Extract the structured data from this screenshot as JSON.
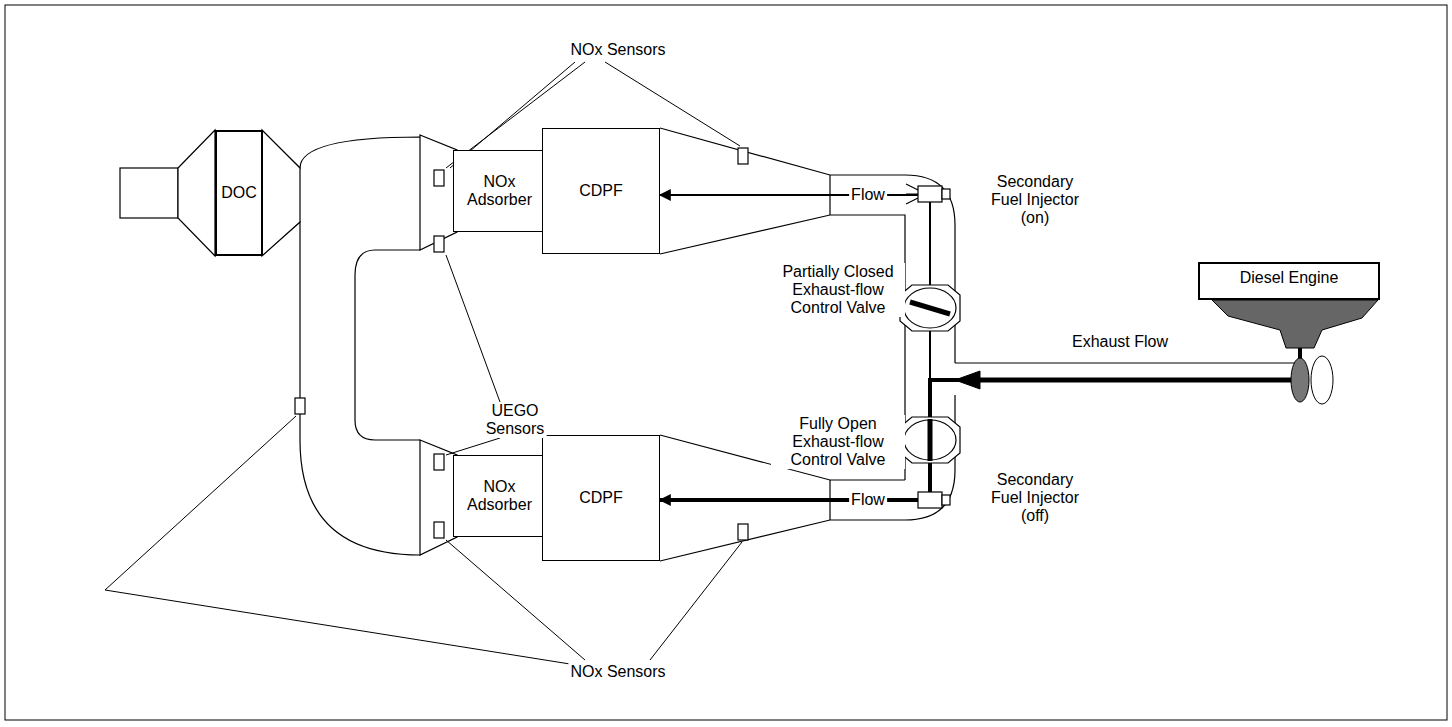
{
  "diagram": {
    "nodes": [
      {
        "text": [
          "DOC"
        ]
      },
      {
        "text": [
          "NOx Adsorber"
        ]
      },
      {
        "text": [
          "CDPF"
        ]
      },
      {
        "text": [
          "NOx Adsorber"
        ]
      },
      {
        "text": [
          "CDPF"
        ]
      },
      {
        "text": [
          "Diesel Engine"
        ]
      }
    ],
    "edges": [
      {
        "from": 1,
        "to": 0,
        "arrow": "none"
      },
      {
        "from": 3,
        "to": 0,
        "arrow": "none"
      },
      {
        "from": 5,
        "to": 2,
        "label": "Flow",
        "arrow": "to"
      },
      {
        "from": 5,
        "to": 4,
        "label": "Flow",
        "arrow": "to"
      }
    ],
    "labels": [
      "NOx Sensors",
      "UEGO Sensors",
      "NOx Sensors",
      "Secondary Fuel Injector (on)",
      "Partially Closed Exhaust-flow Control Valve",
      "Fully Open Exhaust-flow Control Valve",
      "Secondary Fuel Injector (off)",
      "Exhaust Flow"
    ]
  }
}
